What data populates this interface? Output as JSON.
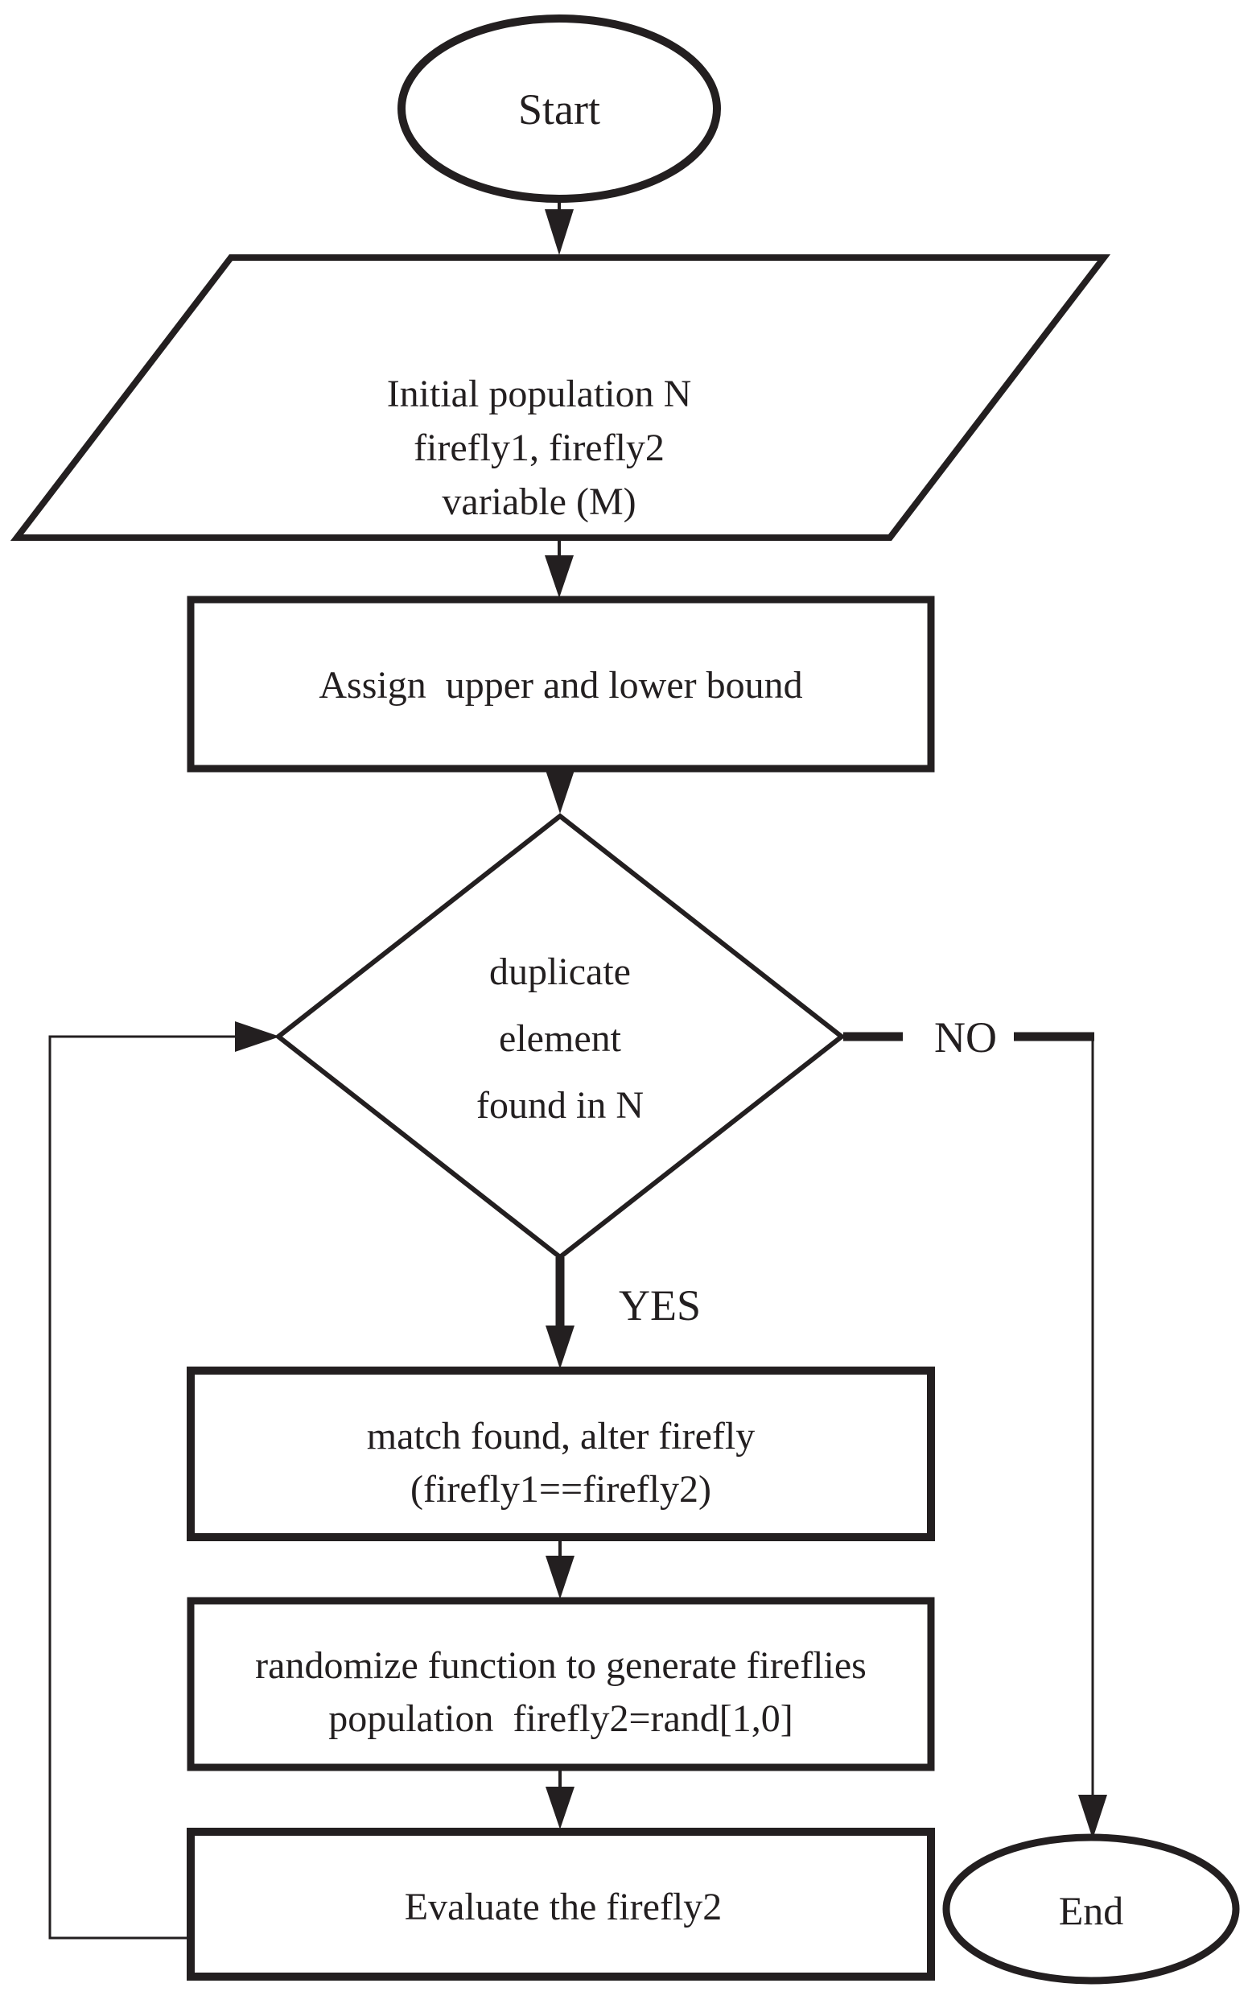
{
  "colors": {
    "ink": "#231f20",
    "background": "#ffffff"
  },
  "flowchart": {
    "start": "Start",
    "initial_population": {
      "line1": "Initial population N",
      "line2": "firefly1, firefly2",
      "line3": "variable (M)"
    },
    "assign_bounds": "Assign  upper and lower bound",
    "duplicate_decision": {
      "line1": "duplicate",
      "line2": "element",
      "line3": "found in N"
    },
    "no_label": "NO",
    "yes_label": "YES",
    "match_found": {
      "line1": "match found, alter firefly",
      "line2": "(firefly1==firefly2)"
    },
    "randomize": {
      "line1": "randomize function to generate fireflies",
      "line2": "population  firefly2=rand[1,0]"
    },
    "evaluate": "Evaluate the firefly2",
    "end": "End"
  }
}
